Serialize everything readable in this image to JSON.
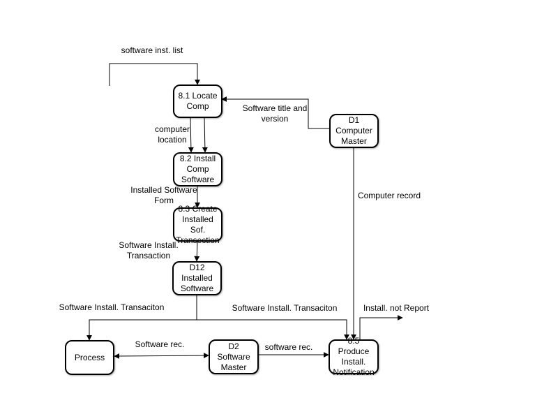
{
  "nodes": {
    "locate_comp": "8.1 Locate\nComp",
    "install_comp": "8.2 Install\nComp\nSoftware",
    "create_transaction": "8.3 Create\nInstalled Sof.\nTransection",
    "installed_software": "D12 Installed\nSoftware",
    "computer_master": "D1 Computer\nMaster",
    "process": "Process",
    "software_master": "D2 Software\nMaster",
    "produce_notification": "8.5 Produce\nInstall.\nNotification"
  },
  "edge_labels": {
    "software_inst_list": "software inst. list",
    "title_version": "Software title and\nversion",
    "computer_location": "computer\nlocation",
    "installed_form": "Installed Software\nForm",
    "install_transaction": "Software Install.\nTransaction",
    "computer_record": "Computer record",
    "transaciton_left": "Software Install. Transaciton",
    "transaciton_right": "Software Install. Transaciton",
    "install_report": "Install. not Report",
    "software_rec_left": "Software rec.",
    "software_rec_right": "software rec."
  }
}
